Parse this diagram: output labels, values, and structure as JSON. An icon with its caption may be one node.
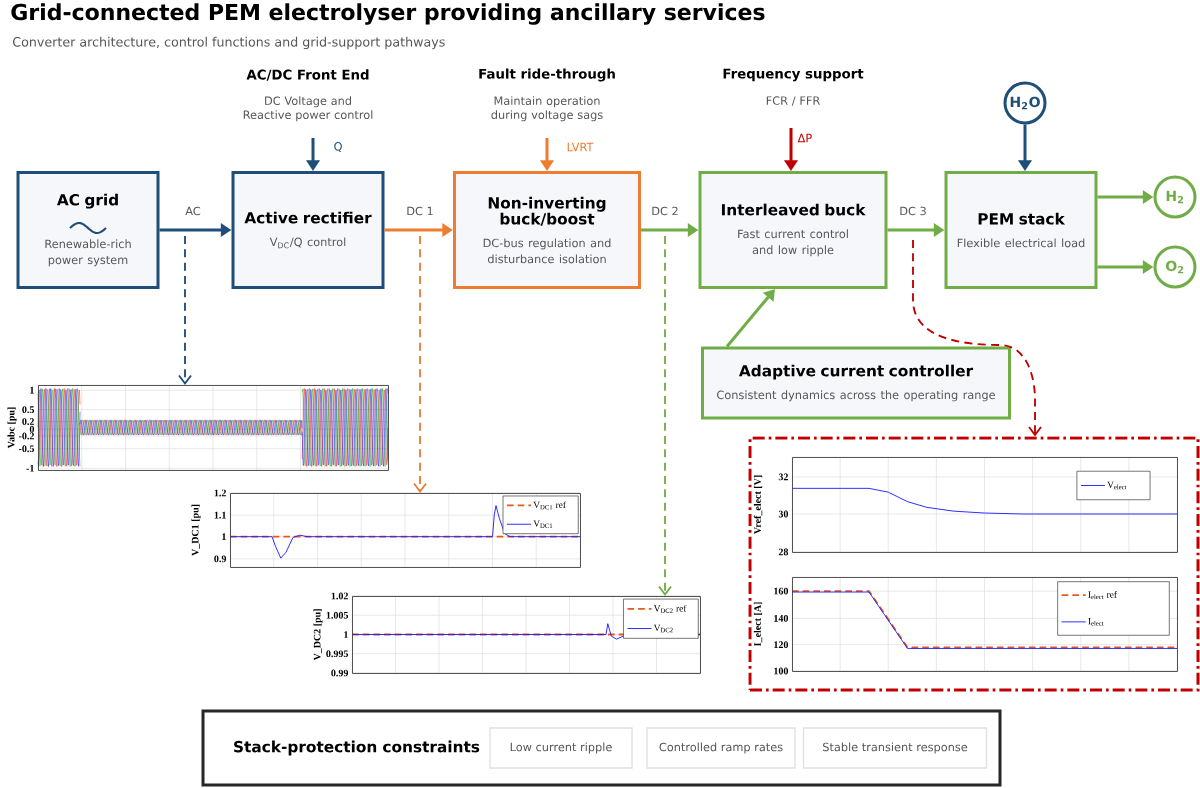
{
  "diagram": {
    "title": "Grid-connected PEM electrolyser providing ancillary services",
    "caption": "Converter architecture, control functions and grid-support pathways",
    "nodes": [
      {
        "text": [
          "AC grid",
          "Renewable-rich power system"
        ]
      },
      {
        "text": [
          "Active rectifier",
          "V$_{DC}$/Q control"
        ]
      },
      {
        "text": [
          "Non-inverting buck/boost",
          "DC-bus regulation and disturbance isolation"
        ]
      },
      {
        "text": [
          "Interleaved buck",
          "Fast current control and low ripple"
        ]
      },
      {
        "text": [
          "PEM stack",
          "Flexible electrical load"
        ]
      },
      {
        "text": [
          "H$_{2}$O"
        ]
      },
      {
        "text": [
          "H$_{2}$"
        ]
      },
      {
        "text": [
          "O$_{2}$"
        ]
      },
      {
        "text": [
          "Adaptive current controller",
          "Consistent dynamics across the operating range"
        ]
      },
      {
        "text": [
          "Vabc [pu]"
        ],
        "beside": [
          "1",
          "0.5",
          "0.2",
          "0",
          "-0.2",
          "-0.5",
          "-1"
        ]
      },
      {
        "text": [
          "V_DC1 [pu]",
          "V$_{DC1}$ ref",
          "V$_{DC1}$"
        ],
        "beside": [
          "1.2",
          "1.1",
          "1",
          "0.9"
        ]
      },
      {
        "text": [
          "V_DC2 [pu]",
          "V$_{DC2}$ ref",
          "V$_{DC2}$"
        ],
        "beside": [
          "1.02",
          "1.005",
          "1",
          "0.995",
          "0.99"
        ]
      },
      {
        "text": [],
        "shape": "box"
      },
      {
        "text": [
          "Vref_elect [V]",
          "V$_{elect}$"
        ],
        "beside": [
          "32",
          "30",
          "28"
        ],
        "in": 12
      },
      {
        "text": [
          "I_elect [A]",
          "I$_{elect}$ ref",
          "I$_{elect}$"
        ],
        "beside": [
          "160",
          "140",
          "120",
          "100"
        ],
        "in": 12
      },
      {
        "text": [
          "Stack-protection constraints"
        ]
      },
      {
        "text": [
          "Low current ripple"
        ],
        "in": 15
      },
      {
        "text": [
          "Controlled ramp rates"
        ],
        "in": 15
      },
      {
        "text": [
          "Stable transient response"
        ],
        "in": 15
      }
    ],
    "edges": [
      {
        "from": 0,
        "to": 1,
        "arrow": "to",
        "label": "AC",
        "color": "#1f4e79"
      },
      {
        "from": 1,
        "to": 2,
        "arrow": "to",
        "label": "DC 1",
        "color": "#ed7d31"
      },
      {
        "from": 2,
        "to": 3,
        "arrow": "to",
        "label": "DC 2",
        "color": "#70ad47"
      },
      {
        "from": 3,
        "to": 4,
        "arrow": "to",
        "label": "DC 3",
        "color": "#70ad47"
      },
      {
        "from": 5,
        "to": 4,
        "arrow": "to",
        "color": "#1f4e79"
      },
      {
        "from": 4,
        "to": 6,
        "arrow": "to",
        "color": "#70ad47"
      },
      {
        "from": 4,
        "to": 7,
        "arrow": "to",
        "color": "#70ad47"
      },
      {
        "from": null,
        "to": 1,
        "arrow": "to",
        "label": "Q",
        "color": "#1f4e79"
      },
      {
        "from": null,
        "to": 2,
        "arrow": "to",
        "label": "LVRT",
        "color": "#ed7d31"
      },
      {
        "from": null,
        "to": 3,
        "arrow": "to",
        "label": "ΔP",
        "color": "#c00000"
      },
      {
        "from": 8,
        "to": 3,
        "arrow": "to",
        "color": "#70ad47"
      },
      {
        "from": null,
        "to": 9,
        "arrow": "to",
        "style": "dashed",
        "color": "#1f4e79"
      },
      {
        "from": null,
        "to": 10,
        "arrow": "to",
        "style": "dashed",
        "color": "#ed7d31"
      },
      {
        "from": null,
        "to": 11,
        "arrow": "to",
        "style": "dashed",
        "color": "#70ad47"
      },
      {
        "from": null,
        "to": 12,
        "arrow": "to",
        "style": "dashed",
        "color": "#c00000"
      }
    ],
    "labels": [
      "AC/DC Front End",
      "DC Voltage and Reactive power control",
      "Fault ride-through",
      "Maintain operation during voltage sags",
      "Frequency support",
      "FCR / FFR"
    ]
  }
}
